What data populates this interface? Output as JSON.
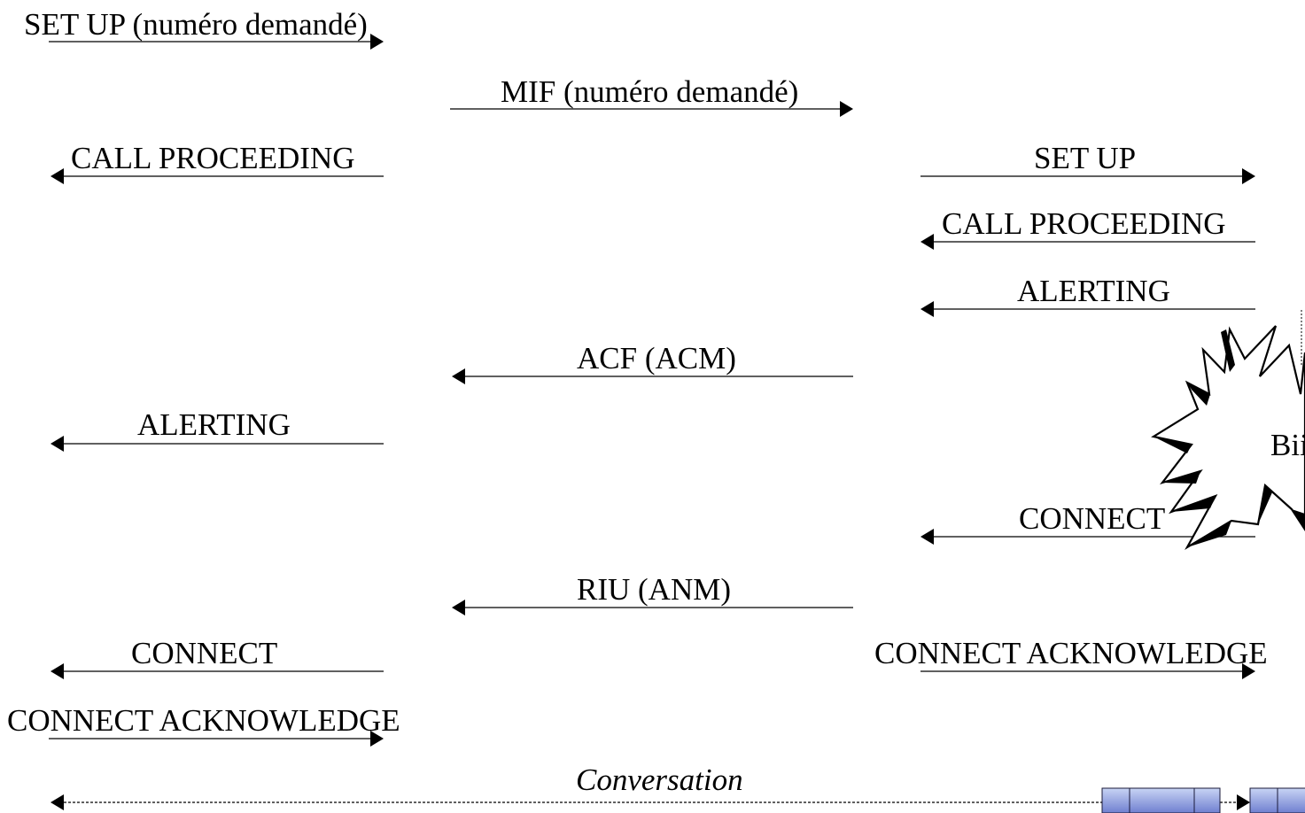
{
  "messages": {
    "m01": "SET UP (numéro demandé)",
    "m02": "MIF (numéro demandé)",
    "m03": "CALL PROCEEDING",
    "m04": "SET UP",
    "m05": "CALL PROCEEDING",
    "m06": "ALERTING",
    "m07": "ACF (ACM)",
    "m08": "ALERTING",
    "m09": "CONNECT",
    "m10": "RIU (ANM)",
    "m11": "CONNECT",
    "m12": "CONNECT ACKNOWLEDGE",
    "m13": "CONNECT ACKNOWLEDGE",
    "m14": "Conversation"
  },
  "ring": {
    "label": "Bii"
  }
}
